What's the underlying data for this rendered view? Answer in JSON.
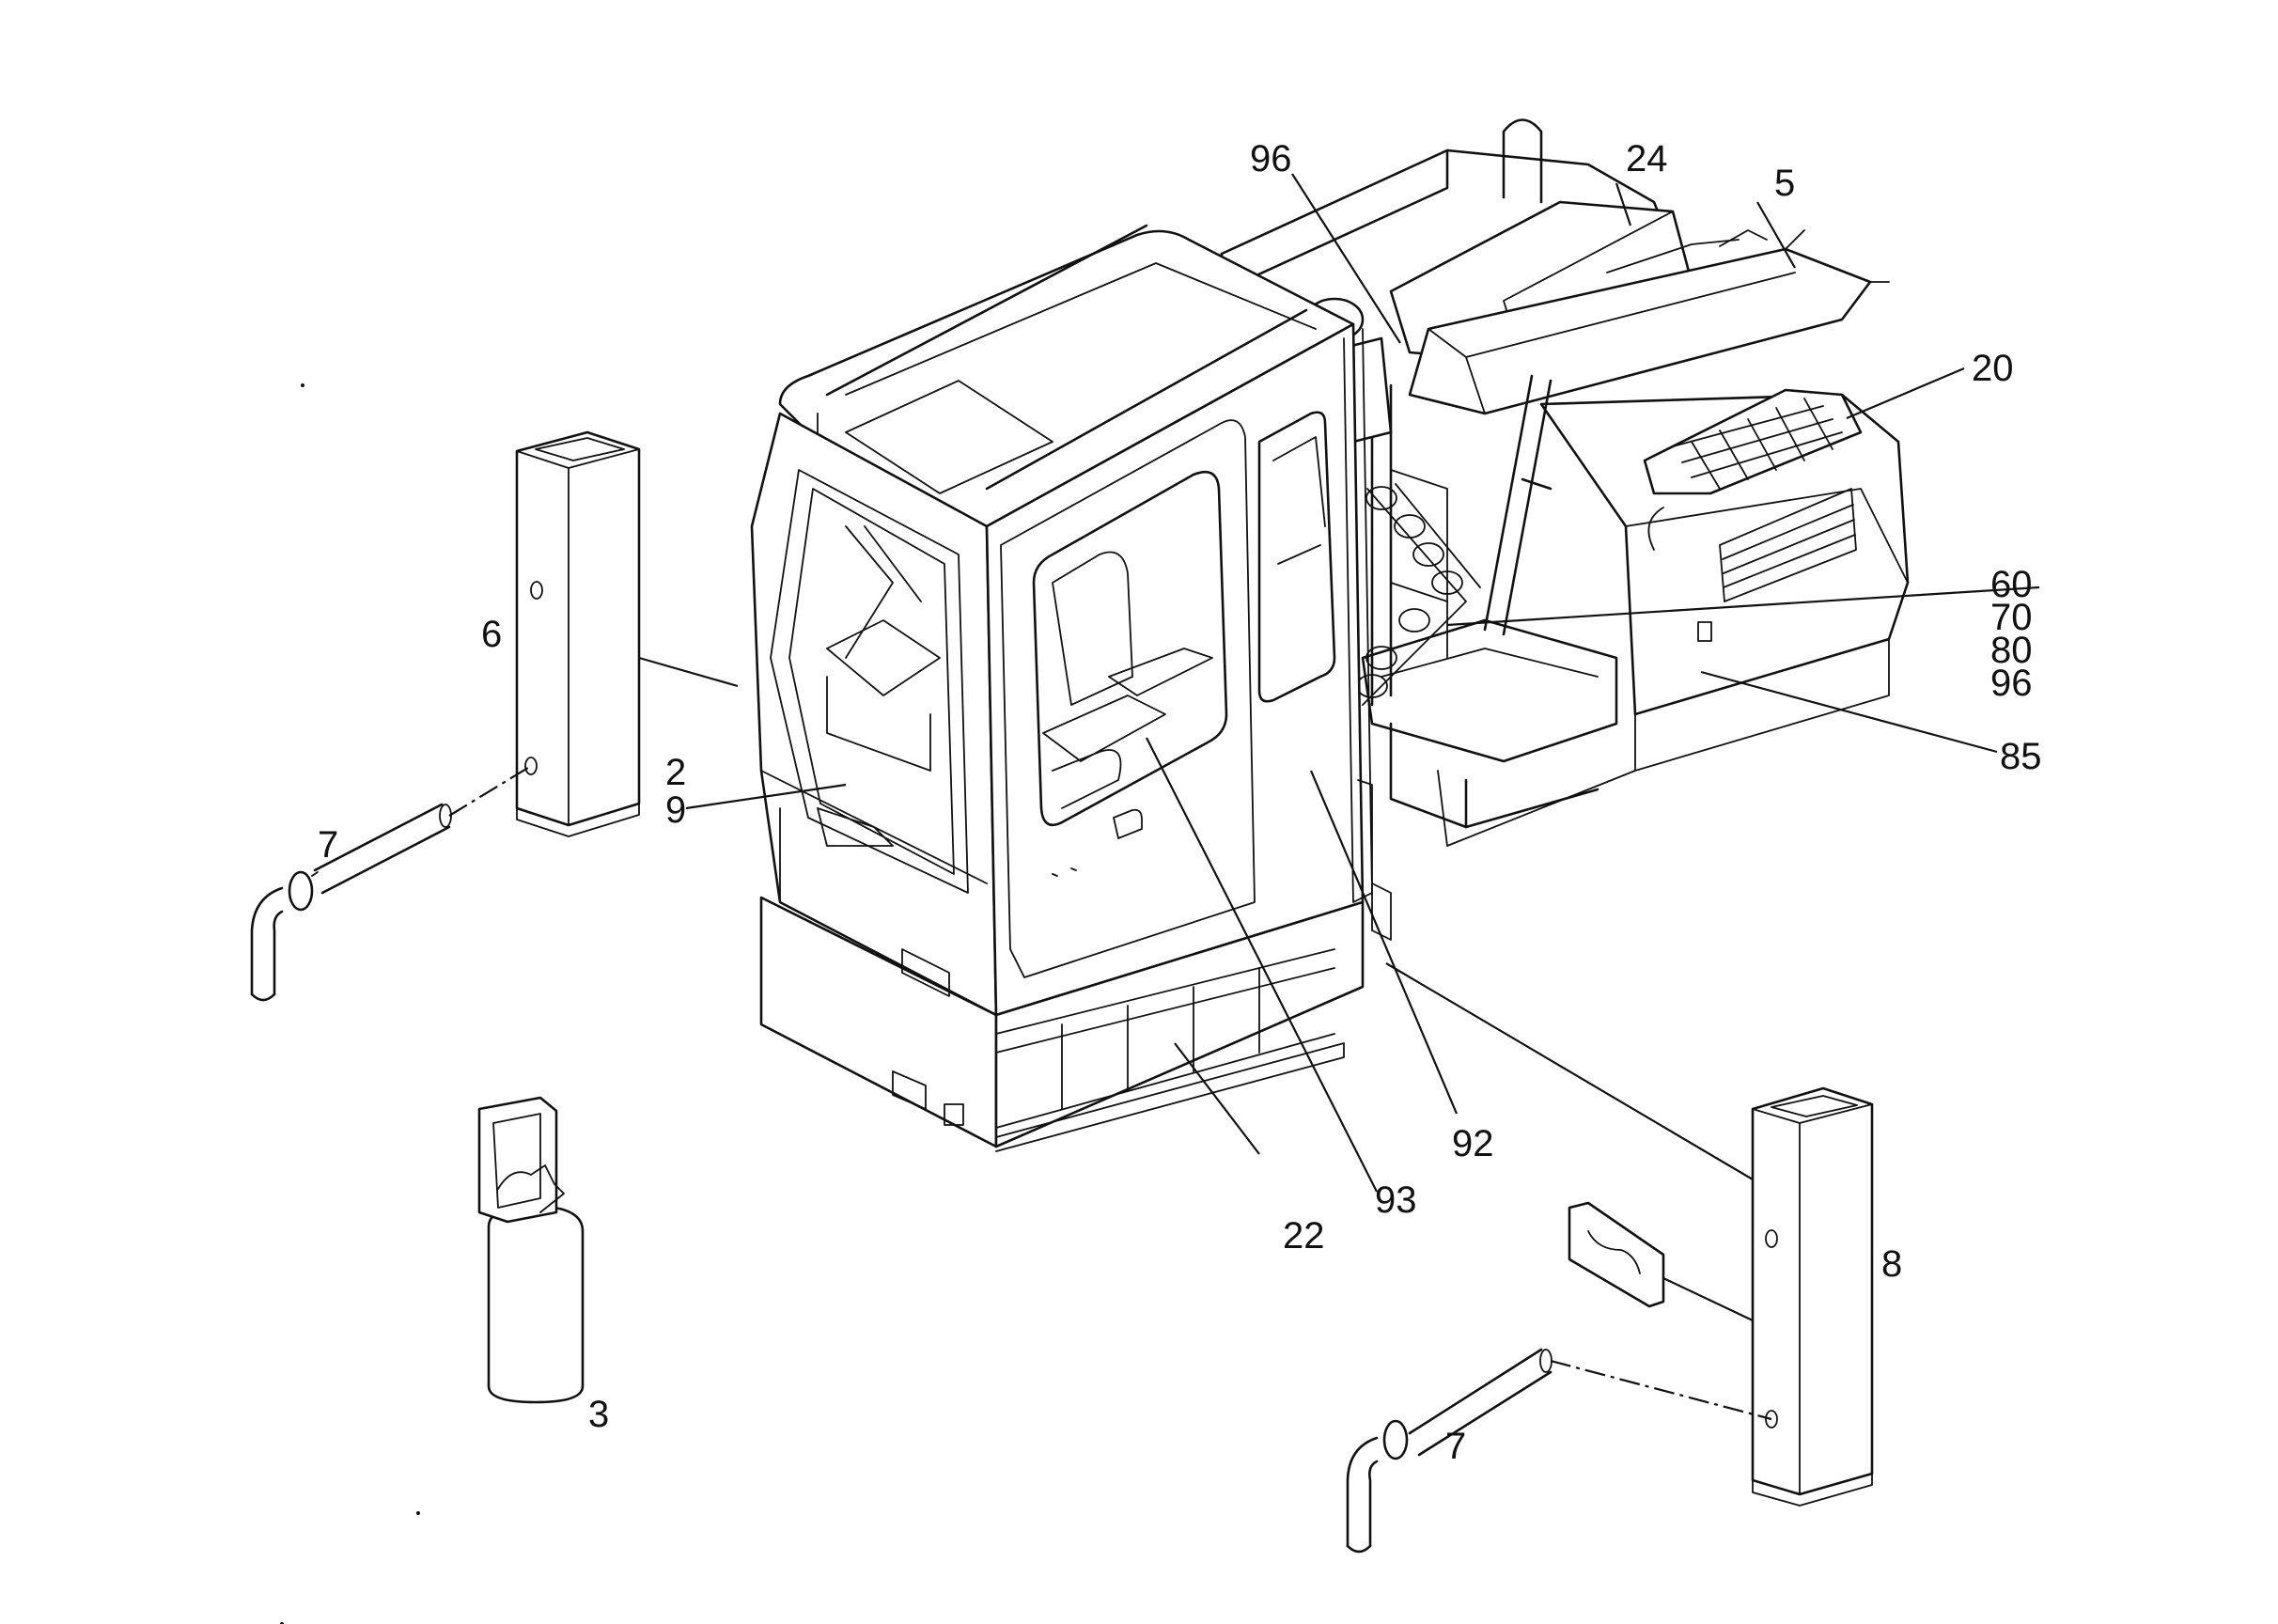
{
  "labels": {
    "l96_top": "96",
    "l24": "24",
    "l5": "5",
    "l20": "20",
    "l60": "60",
    "l70": "70",
    "l80": "80",
    "l96_right": "96",
    "l85": "85",
    "l6": "6",
    "l2": "2",
    "l9": "9",
    "l7_left": "7",
    "l3": "3",
    "l22": "22",
    "l93": "93",
    "l92": "92",
    "l8": "8",
    "l7_right": "7"
  }
}
